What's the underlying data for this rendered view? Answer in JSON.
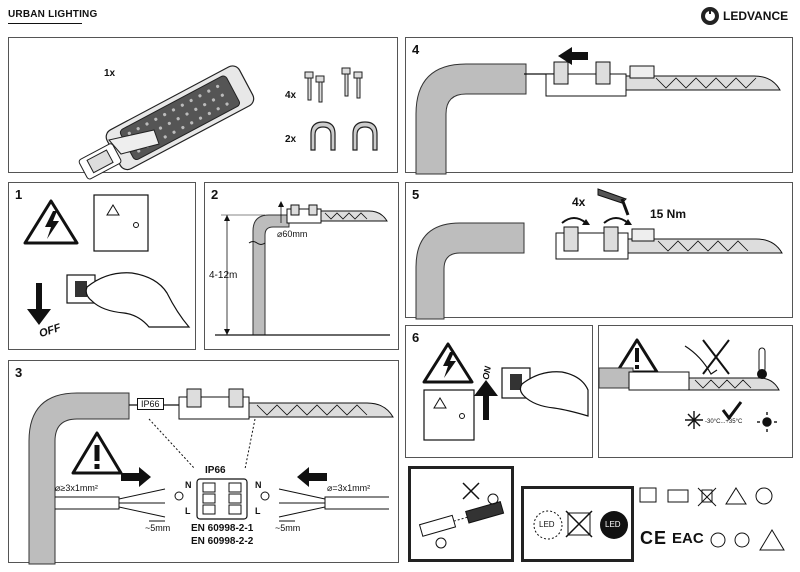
{
  "header": {
    "title": "URBAN LIGHTING",
    "brand": "LEDVANCE"
  },
  "panel_parts": {
    "luminaire_qty": "1x",
    "screws_qty": "4x",
    "clamps_qty": "2x"
  },
  "step1": {
    "number": "1",
    "off_label": "OFF"
  },
  "step2": {
    "number": "2",
    "height_label": "4-12m",
    "diameter_label": "⌀60mm"
  },
  "step3": {
    "number": "3",
    "ip_tag": "IP66",
    "ip_box": "IP66",
    "cable_left": "⌀≥3x1mm²",
    "cable_right": "⌀=3x1mm²",
    "strip_left": "~5mm",
    "strip_right": "~5mm",
    "terminals_left": [
      "N",
      "L"
    ],
    "terminals_right": [
      "N",
      "L"
    ],
    "standard1": "EN 60998-2-1",
    "standard2": "EN 60998-2-2"
  },
  "step4": {
    "number": "4"
  },
  "step5": {
    "number": "5",
    "screw_qty": "4x",
    "torque": "15 Nm"
  },
  "step6": {
    "number": "6",
    "on_label": "ON"
  },
  "panel_care": {
    "temperature_range": "-30°C...+35°C"
  },
  "panel_led": {
    "led_label": "LED",
    "led_label_dark": "LED"
  },
  "certifications": [
    "CE",
    "EAC"
  ],
  "colors": {
    "border": "#555555",
    "pole": "#bdbdbd",
    "ink": "#111111"
  }
}
